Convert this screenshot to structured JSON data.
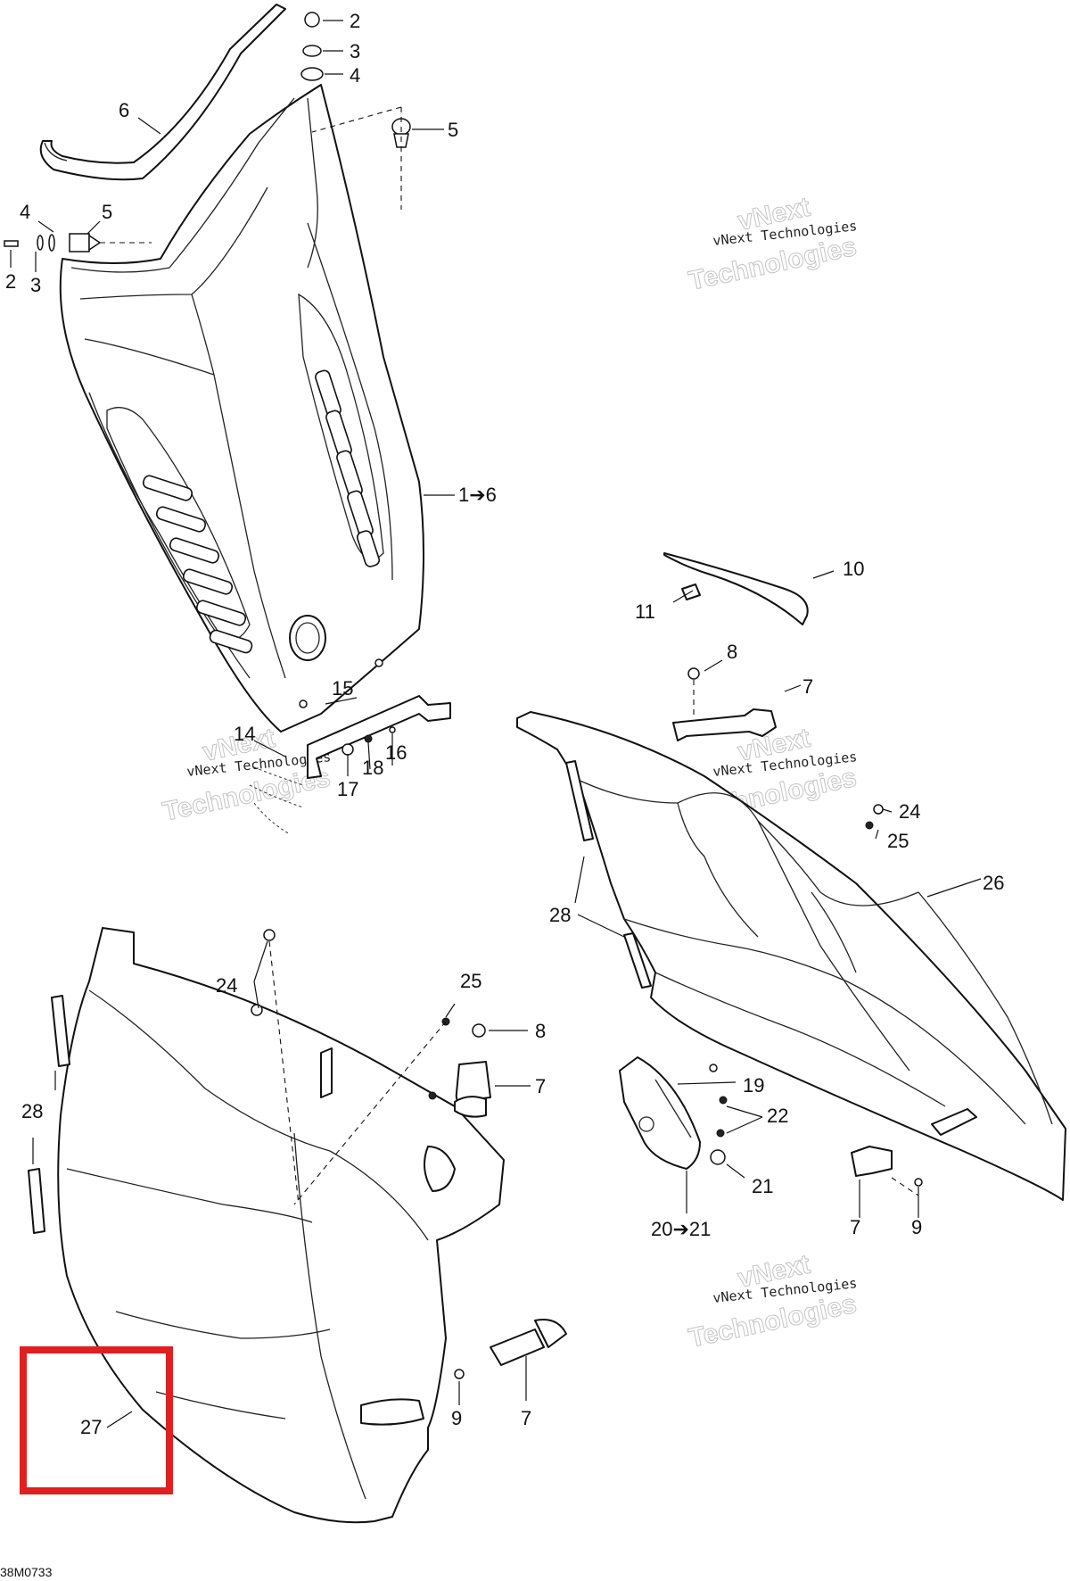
{
  "diagram": {
    "reference_code": "38M0733",
    "watermark": {
      "top_line": "vNext",
      "middle_line": "vNext Technologies",
      "bottom_line": "Technologies"
    },
    "callouts": {
      "c2a": "2",
      "c3a": "3",
      "c4a": "4",
      "c5a": "5",
      "c6": "6",
      "c4b": "4",
      "c5b": "5",
      "c2b": "2",
      "c3b": "3",
      "c1to6": "1➔6",
      "c10": "10",
      "c11": "11",
      "c8a": "8",
      "c7a": "7",
      "c15": "15",
      "c14": "14",
      "c17": "17",
      "c18": "18",
      "c16": "16",
      "c24a": "24",
      "c25a": "25",
      "c26": "26",
      "c28a": "28",
      "c24b": "24",
      "c25b": "25",
      "c8b": "8",
      "c7b": "7",
      "c28b": "28",
      "c19": "19",
      "c22": "22",
      "c21": "21",
      "c20to21": "20➔21",
      "c7c": "7",
      "c9a": "9",
      "c9b": "9",
      "c7d": "7",
      "c27": "27"
    },
    "highlight_color": "#e02020"
  }
}
